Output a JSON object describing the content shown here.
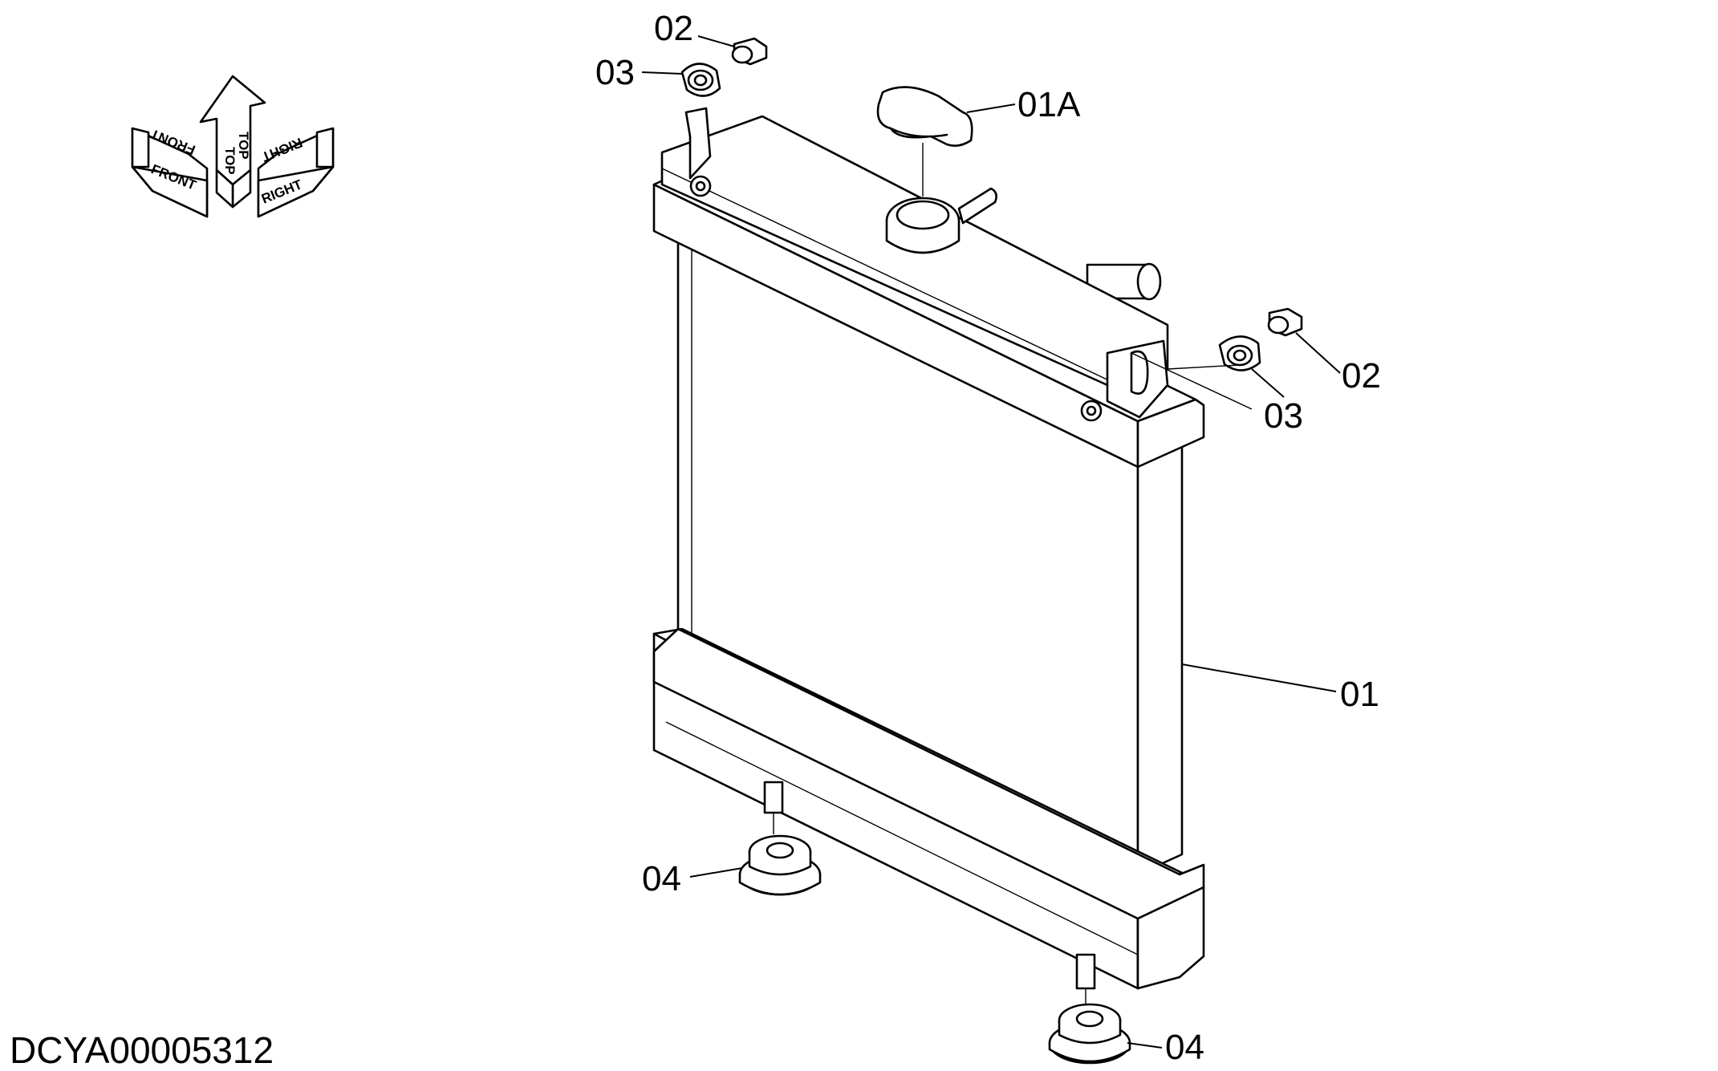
{
  "orientation": {
    "front": "FRONT",
    "top": "TOP",
    "right": "RIGHT"
  },
  "callouts": {
    "cap": "01A",
    "radiator": "01",
    "bolt_left": "02",
    "bushing_left": "03",
    "bolt_right": "02",
    "bushing_right": "03",
    "mount_left": "04",
    "mount_right": "04"
  },
  "drawing_id": "DCYA00005312"
}
